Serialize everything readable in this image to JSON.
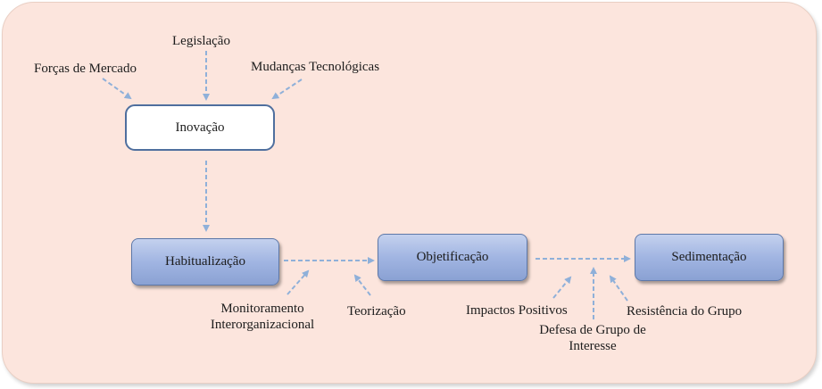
{
  "diagram": {
    "nodes": {
      "inovacao": "Inovação",
      "habitualizacao": "Habitualização",
      "objetificacao": "Objetificação",
      "sedimentacao": "Sedimentação"
    },
    "influences": {
      "forcas_mercado": "Forças de Mercado",
      "legislacao": "Legislação",
      "mudancas_tecnologicas": "Mudanças Tecnológicas",
      "monitoramento_line1": "Monitoramento",
      "monitoramento_line2": "Interorganizacional",
      "teorizacao": "Teorização",
      "impactos_positivos": "Impactos Positivos",
      "defesa_line1": "Defesa de Grupo de",
      "defesa_line2": "Interesse",
      "resistencia_grupo": "Resistência do Grupo"
    },
    "colors": {
      "panel_background": "#fce5dd",
      "arrow": "#8fb0d9",
      "node_fill": "#a1b5e2",
      "node_border": "#5d78a8"
    }
  }
}
